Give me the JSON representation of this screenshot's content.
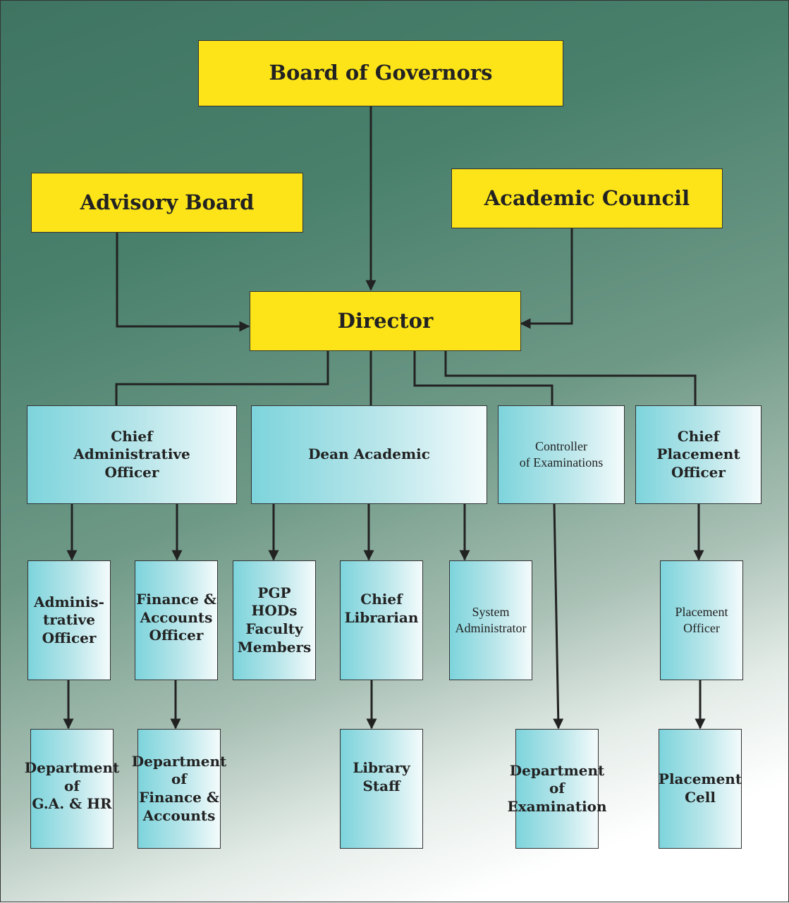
{
  "nodes": {
    "board": "Board of Governors",
    "advisory": "Advisory Board",
    "council": "Academic Council",
    "director": "Director",
    "cao": "Chief\nAdministrative\nOfficer",
    "dean": "Dean Academic",
    "coe": "Controller\nof Examinations",
    "cpo": "Chief\nPlacement\nOfficer",
    "admin_officer": "Adminis-\ntrative\nOfficer",
    "finance_officer": "Finance &\nAccounts\nOfficer",
    "pgp": "PGP\nHODs\nFaculty\nMembers",
    "librarian": "Chief\nLibrarian",
    "sysadmin": "System\nAdministrator",
    "placement_officer": "Placement\nOfficer",
    "dept_ga_hr": "Department\nof\nG.A. & HR",
    "dept_finance": "Department\nof\nFinance &\nAccounts",
    "library_staff": "Library\nStaff",
    "dept_exam": "Department\nof\nExamination",
    "placement_cell": "Placement\nCell"
  },
  "colors": {
    "top_level": "#fce419",
    "officer_box": "#7dd4dc",
    "line": "#222222"
  }
}
